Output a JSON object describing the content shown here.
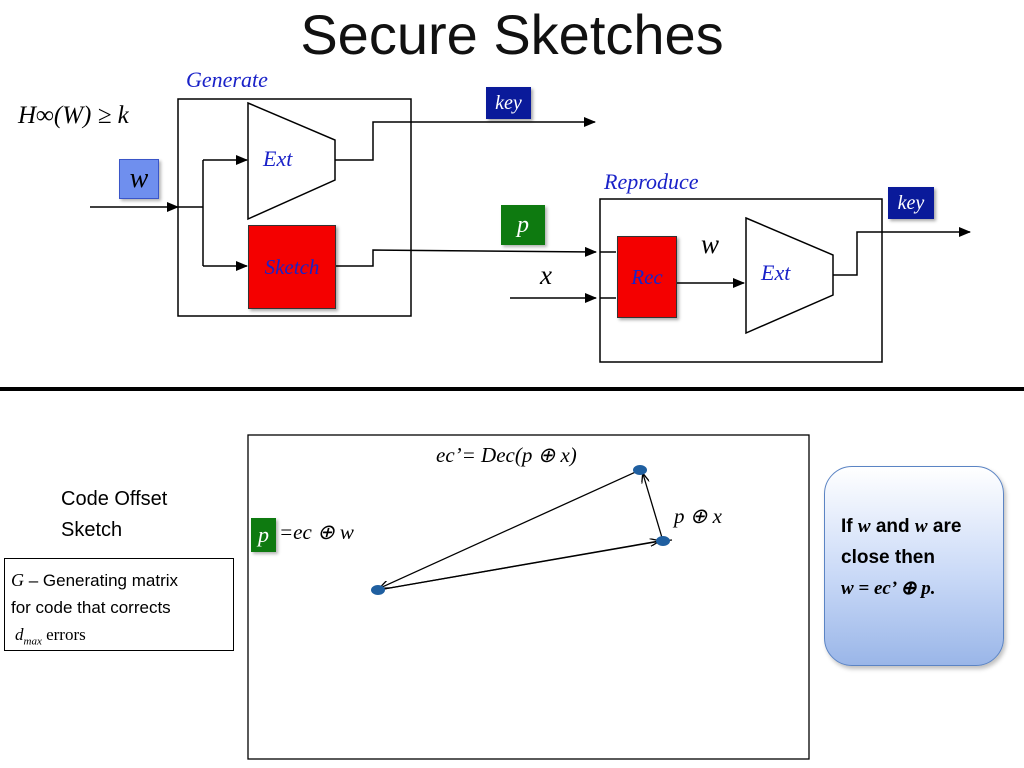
{
  "title": "Secure Sketches",
  "generate": {
    "label": "Generate",
    "entropy": "H∞(W) ≥ k",
    "input_w": "w",
    "ext_label": "Ext",
    "sketch_label": "Sketch",
    "key_label": "key",
    "p_label": "p"
  },
  "reproduce": {
    "label": "Reproduce",
    "input_x": "x",
    "rec_label": "Rec",
    "w_label": "w",
    "ext_label": "Ext",
    "key_label": "key"
  },
  "code_offset": {
    "title_line1": "Code Offset",
    "title_line2": "Sketch",
    "note_g": "G",
    "note_text1": " – Generating matrix",
    "note_text2": "for code that corrects",
    "note_d": "d",
    "note_d_sub": "max",
    "note_errors": " errors",
    "ec_formula": "ec’= Dec(p ⊕ x)",
    "p_box": "p",
    "p_formula": "=ec ⊕ w",
    "p_xor_x": "p ⊕ x"
  },
  "callout": {
    "line1_a": "If ",
    "line1_w1": "w",
    "line1_b": " and ",
    "line1_w2": "w",
    "line1_c": " are",
    "line2": "close then",
    "line3": "w = ec’ ⊕ p."
  },
  "colors": {
    "key_box": "#0a1a9a",
    "w_box": "#6f8fee",
    "p_box": "#0e7a10",
    "red_box": "#f40000",
    "blue_text": "#1a22c8",
    "dot": "#1f5fa0"
  }
}
